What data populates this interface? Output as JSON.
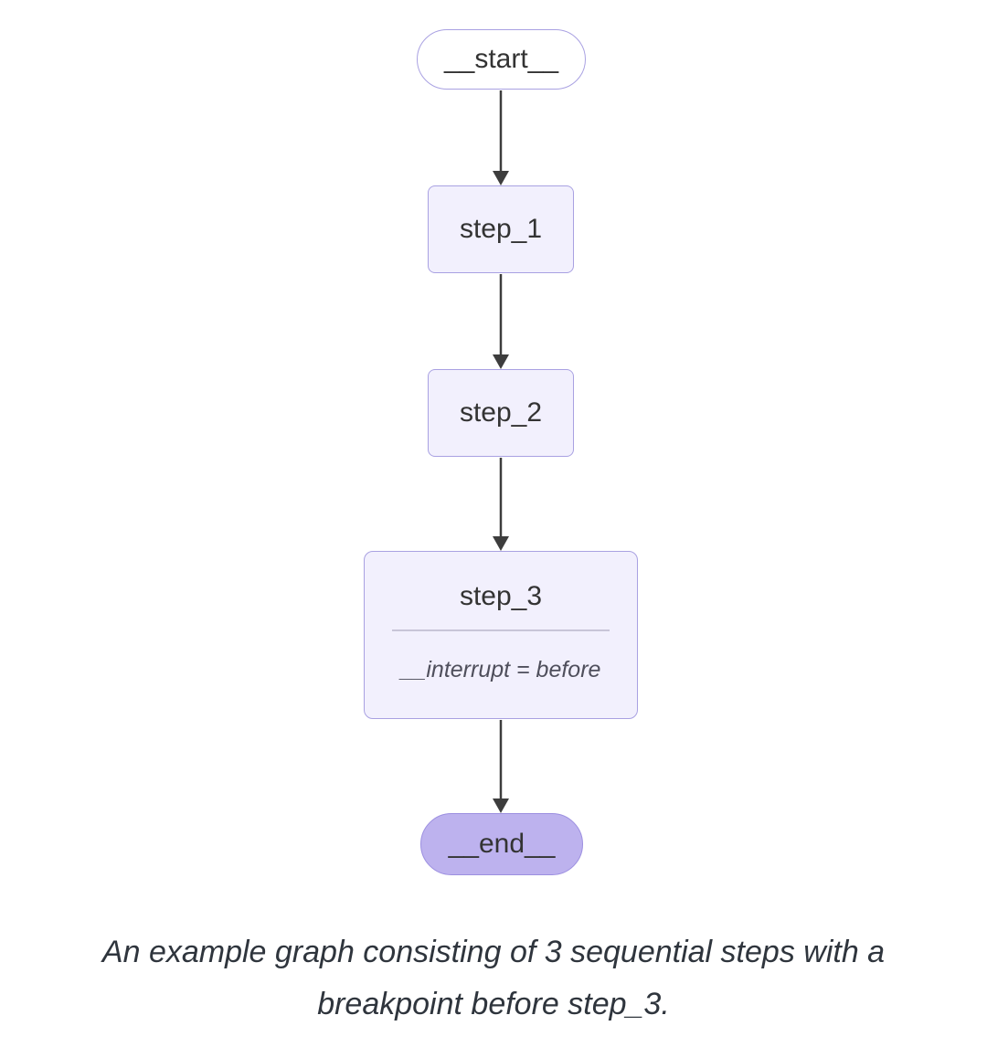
{
  "colors": {
    "background": "#ffffff",
    "node_fill": "#f2f0fd",
    "node_border": "#a9a1e2",
    "start_fill": "#ffffff",
    "end_fill": "#bdb2ee",
    "end_border": "#9c8fe0",
    "divider": "#c8c5d8",
    "text": "#333333",
    "subtitle": "#4f4f5c",
    "arrow": "#3d3d3d",
    "caption": "#2f353d"
  },
  "diagram": {
    "type": "flowchart",
    "direction": "top-down",
    "nodes": {
      "start": {
        "label": "__start__",
        "shape": "stadium"
      },
      "step_1": {
        "label": "step_1",
        "shape": "rounded-rect"
      },
      "step_2": {
        "label": "step_2",
        "shape": "rounded-rect"
      },
      "step_3": {
        "label": "step_3",
        "shape": "rounded-rect",
        "subtitle": "__interrupt = before"
      },
      "end": {
        "label": "__end__",
        "shape": "stadium"
      }
    },
    "edges": [
      {
        "from": "__start__",
        "to": "step_1"
      },
      {
        "from": "step_1",
        "to": "step_2"
      },
      {
        "from": "step_2",
        "to": "step_3"
      },
      {
        "from": "step_3",
        "to": "__end__"
      }
    ]
  },
  "caption": {
    "line1": "An example graph consisting of 3 sequential steps with a",
    "line2": "breakpoint before step_3."
  }
}
